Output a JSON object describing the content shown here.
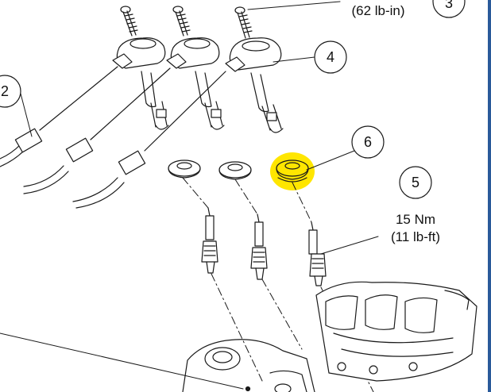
{
  "callouts": {
    "c2": "2",
    "c3": "3",
    "c4": "4",
    "c5": "5",
    "c6": "6"
  },
  "specs": {
    "top_torque": "(62 lb-in)",
    "plug_torque_nm": "15 Nm",
    "plug_torque_lbft": "(11 lb-ft)"
  },
  "colors": {
    "line": "#1a1a1a",
    "highlight": "#ffe600",
    "edge_bar": "#2a5a9a"
  }
}
